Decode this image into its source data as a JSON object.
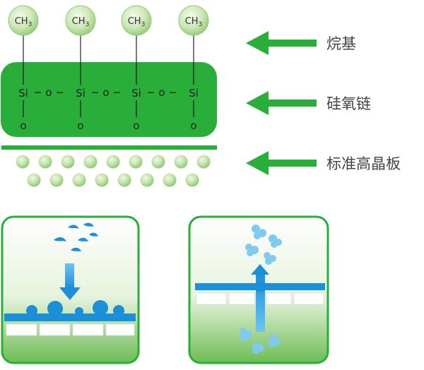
{
  "colors": {
    "green_dark": "#2aae3a",
    "green_light": "#c9e7b3",
    "blue": "#1b8fd8",
    "blue_light": "#6ec4f2"
  },
  "molecule": {
    "groups": [
      {
        "top": "CH",
        "sub": "3"
      },
      {
        "top": "CH",
        "sub": "3"
      },
      {
        "top": "CH",
        "sub": "3"
      },
      {
        "top": "CH",
        "sub": "3"
      }
    ],
    "chain": {
      "si": [
        "Si",
        "Si",
        "Si",
        "Si"
      ],
      "o_link": [
        "o",
        "o",
        "o"
      ],
      "o_bottom": [
        "o",
        "o",
        "o",
        "o"
      ]
    }
  },
  "labels": {
    "alkyl": "烷基",
    "siloxane": "硅氧链",
    "substrate": "标准高晶板"
  },
  "icons": {
    "left_panel": "water-repellent-icon",
    "right_panel": "breathable-icon"
  }
}
